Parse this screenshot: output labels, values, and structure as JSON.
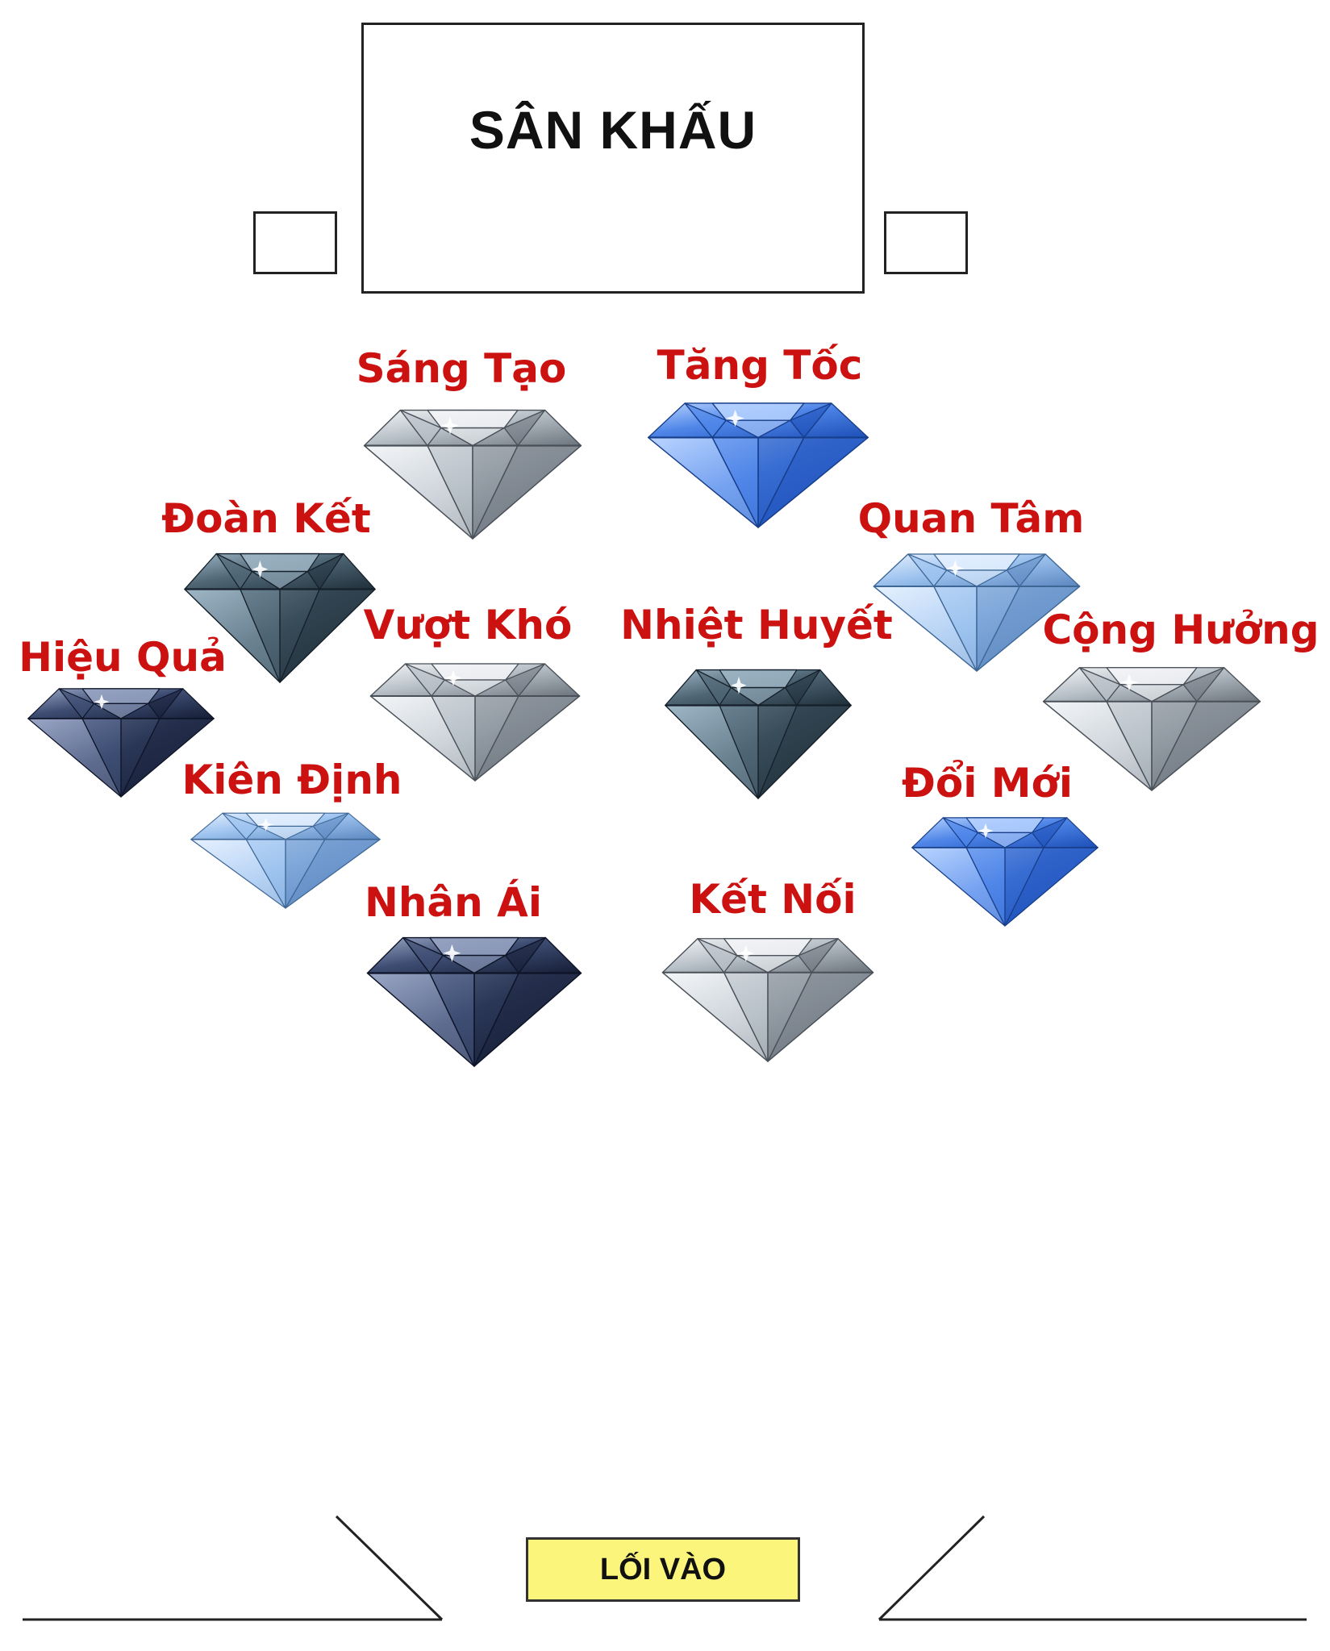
{
  "stage": {
    "label": "SÂN KHẤU"
  },
  "entrance": {
    "label": "LỐI VÀO"
  },
  "label_color": "#cc1111",
  "gem_styles": {
    "clear": {
      "light": "#f4f6f8",
      "mid": "#b9c1c9",
      "dark": "#6b737c",
      "edge": "#4a5058"
    },
    "blue": {
      "light": "#b9d4ff",
      "mid": "#4f86e8",
      "dark": "#1d4fb8",
      "edge": "#173e8a"
    },
    "steel": {
      "light": "#9fb6c6",
      "mid": "#4f6675",
      "dark": "#1f2f3a",
      "edge": "#15202a"
    },
    "ice": {
      "light": "#e6f1ff",
      "mid": "#9ec3ef",
      "dark": "#5b87c0",
      "edge": "#3e6796"
    },
    "navy": {
      "light": "#9aa7c6",
      "mid": "#3e4d73",
      "dark": "#151d35",
      "edge": "#0e1428"
    }
  },
  "groups": [
    {
      "id": "sang-tao",
      "label": "Sáng Tạo",
      "style": "clear"
    },
    {
      "id": "tang-toc",
      "label": "Tăng Tốc",
      "style": "blue"
    },
    {
      "id": "doan-ket",
      "label": "Đoàn Kết",
      "style": "steel"
    },
    {
      "id": "quan-tam",
      "label": "Quan Tâm",
      "style": "ice"
    },
    {
      "id": "vuot-kho",
      "label": "Vượt Khó",
      "style": "clear"
    },
    {
      "id": "nhiet-huyet",
      "label": "Nhiệt Huyết",
      "style": "steel"
    },
    {
      "id": "cong-huong",
      "label": "Cộng Hưởng",
      "style": "clear"
    },
    {
      "id": "hieu-qua",
      "label": "Hiệu Quả",
      "style": "navy"
    },
    {
      "id": "kien-dinh",
      "label": "Kiên Định",
      "style": "ice"
    },
    {
      "id": "doi-moi",
      "label": "Đổi Mới",
      "style": "blue"
    },
    {
      "id": "nhan-ai",
      "label": "Nhân Ái",
      "style": "navy"
    },
    {
      "id": "ket-noi",
      "label": "Kết Nối",
      "style": "clear"
    }
  ]
}
